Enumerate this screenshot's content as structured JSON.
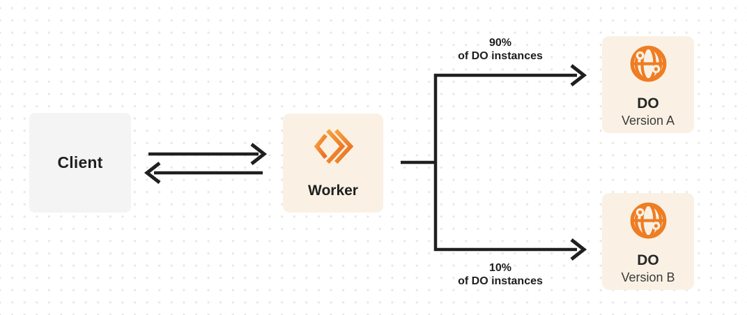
{
  "nodes": {
    "client": {
      "label": "Client"
    },
    "worker": {
      "label": "Worker",
      "icon": "workers-chevrons-icon"
    },
    "do_a": {
      "title": "DO",
      "subtitle": "Version A",
      "icon": "globe-icon"
    },
    "do_b": {
      "title": "DO",
      "subtitle": "Version B",
      "icon": "globe-icon"
    }
  },
  "edges": {
    "client_worker": {
      "type": "bidirectional-arrows"
    },
    "split_top": {
      "percent": "90%",
      "caption": "of DO instances"
    },
    "split_bottom": {
      "percent": "10%",
      "caption": "of DO instances"
    }
  },
  "colors": {
    "accent_orange": "#F38020",
    "accent_orange_light": "#F8A13E",
    "accent_orange_dark": "#EA6F21",
    "card_cream": "#FAF1E4",
    "card_gray": "#F4F4F5",
    "connector_dark": "#1F1F1F",
    "dot_grid": "#E7E7E7",
    "background": "#FFFFFF"
  }
}
